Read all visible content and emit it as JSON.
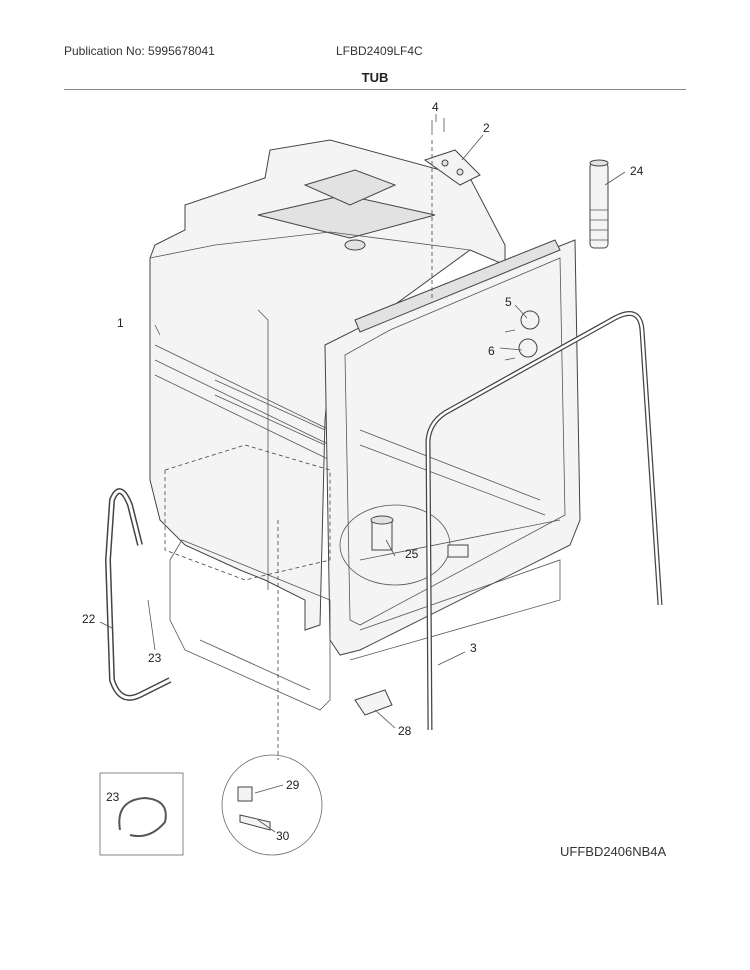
{
  "header": {
    "publication": "Publication No: 5995678041",
    "model": "LFBD2409LF4C",
    "title": "TUB"
  },
  "diagram": {
    "callouts": [
      "1",
      "2",
      "3",
      "4",
      "5",
      "6",
      "22",
      "23",
      "24",
      "25",
      "28",
      "23",
      "29",
      "30"
    ],
    "code": "UFFBD2406NB4A"
  }
}
